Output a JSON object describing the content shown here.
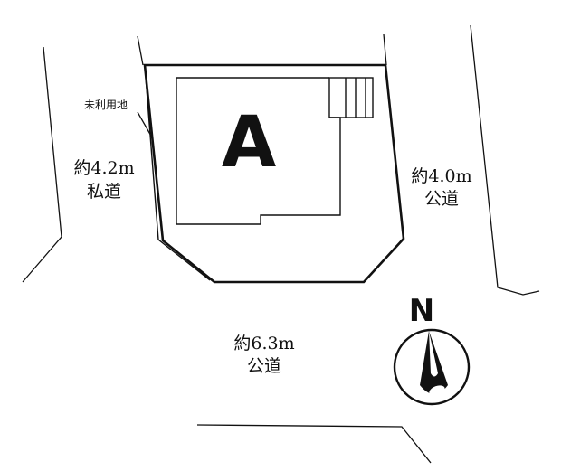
{
  "lot": {
    "label": "A"
  },
  "labels": {
    "unused_land": "未利用地",
    "road_west_width": "約4.2m",
    "road_west_type": "私道",
    "road_east_width": "約4.0m",
    "road_east_type": "公道",
    "road_south_width": "約6.3m",
    "road_south_type": "公道"
  },
  "compass": {
    "label": "N"
  }
}
